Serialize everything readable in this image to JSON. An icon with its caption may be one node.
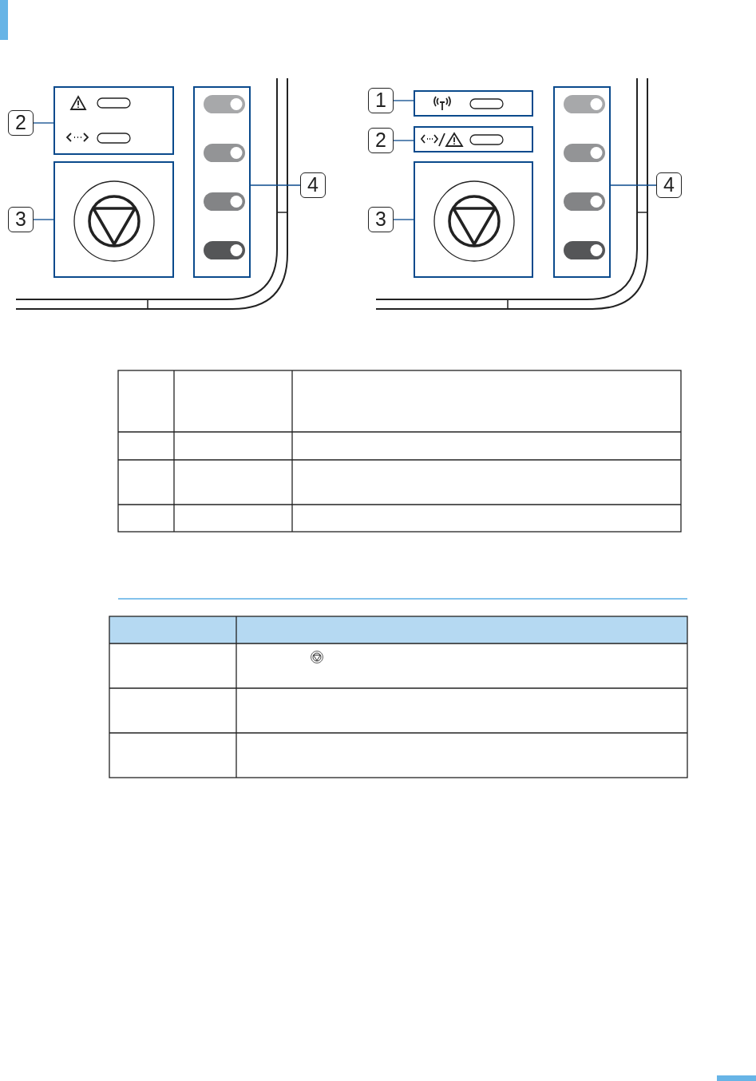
{
  "diagram": {
    "nodes": [
      {
        "text": [
          "2"
        ]
      },
      {
        "text": [],
        "shape": "box"
      },
      {
        "text": [
          "3"
        ]
      },
      {
        "text": [],
        "shape": "box"
      },
      {
        "text": [],
        "shape": "box"
      },
      {
        "text": [
          "4"
        ]
      },
      {
        "text": [
          "1"
        ]
      },
      {
        "text": [],
        "shape": "box"
      },
      {
        "text": [
          "2"
        ]
      },
      {
        "text": [],
        "shape": "box"
      },
      {
        "text": [
          "3"
        ]
      },
      {
        "text": [],
        "shape": "box"
      },
      {
        "text": [],
        "shape": "box"
      },
      {
        "text": [
          "4"
        ]
      }
    ],
    "edges": [
      {
        "from": 0,
        "to": 1,
        "arrow": "none"
      },
      {
        "from": 2,
        "to": 3,
        "arrow": "none"
      },
      {
        "from": 5,
        "to": 4,
        "arrow": "none"
      },
      {
        "from": 6,
        "to": 7,
        "arrow": "none"
      },
      {
        "from": 8,
        "to": 9,
        "arrow": "none"
      },
      {
        "from": 10,
        "to": 11,
        "arrow": "none"
      },
      {
        "from": 13,
        "to": 12,
        "arrow": "none"
      }
    ]
  }
}
